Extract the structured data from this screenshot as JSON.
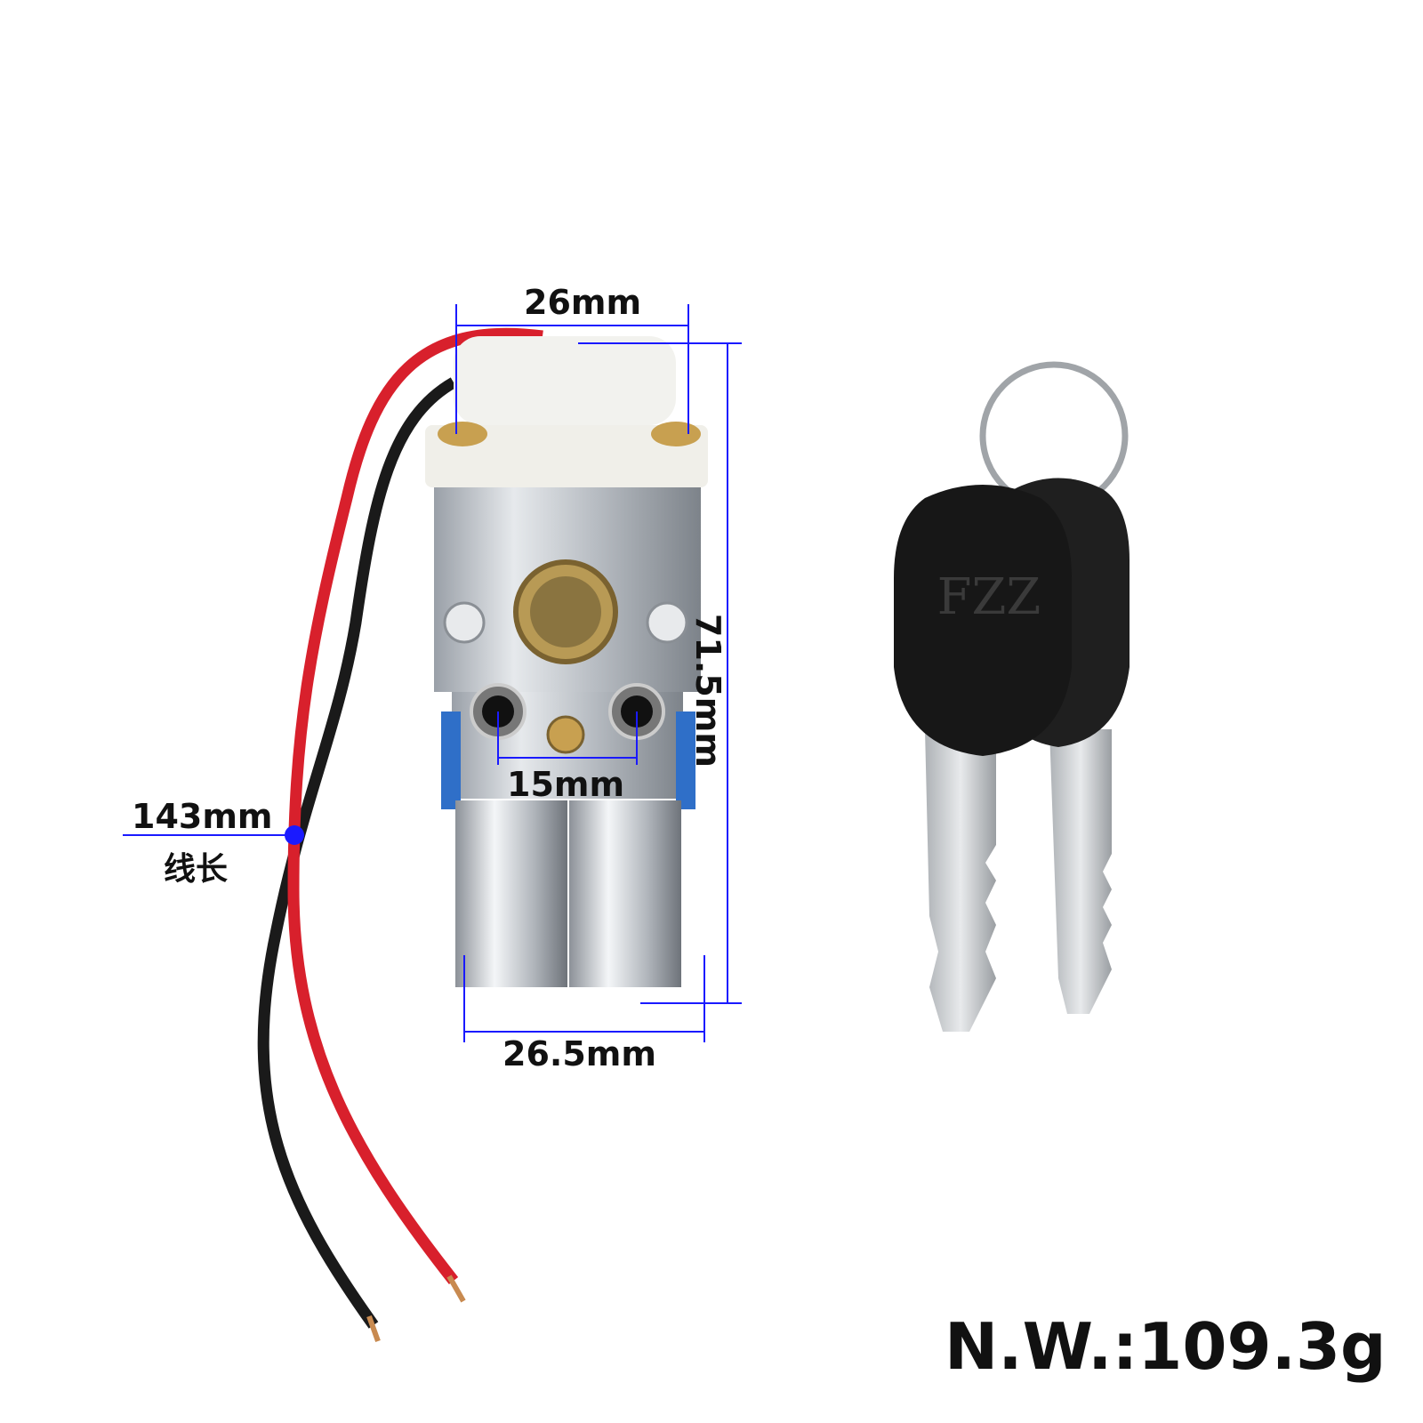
{
  "product": {
    "key_logo": "FZZ"
  },
  "dimensions": {
    "top_width": "26mm",
    "height": "71.5mm",
    "hole_spacing": "15mm",
    "bottom_width": "26.5mm",
    "wire_length": "143mm",
    "wire_length_caption": "线长"
  },
  "net_weight": "N.W.:109.3g",
  "colors": {
    "dimension_line": "#1a1aff",
    "red_wire": "#d8202c",
    "black_wire": "#1a1a1a",
    "key_head": "#1c1c1c"
  }
}
